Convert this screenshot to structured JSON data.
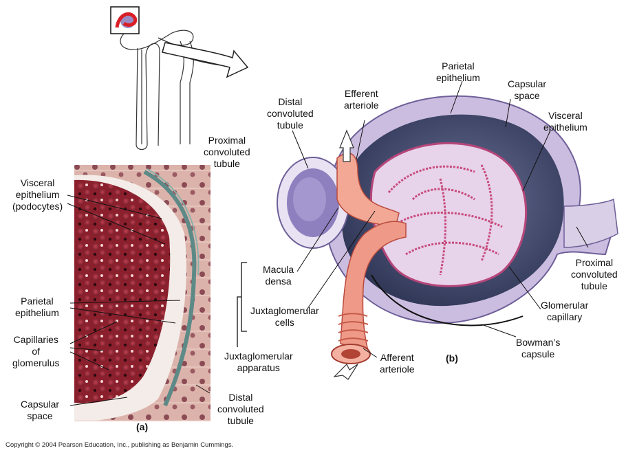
{
  "figure": {
    "panel_a": "(a)",
    "panel_b": "(b)",
    "copyright": "Copyright © 2004 Pearson Education, Inc., publishing as Benjamin Cummings.",
    "bracket_title": "Juxtaglomerular\napparatus"
  },
  "labels_a": {
    "proximal": "Proximal\nconvoluted\ntubule",
    "visceral": "Visceral\nepithelium\n(podocytes)",
    "parietal": "Parietal\nepithelium",
    "capillaries": "Capillaries\nof\nglomerulus",
    "capsular": "Capsular\nspace",
    "distal": "Distal\nconvoluted\ntubule"
  },
  "labels_b": {
    "distal": "Distal\nconvoluted\ntubule",
    "efferent": "Efferent\narteriole",
    "parietal": "Parietal\nepithelium",
    "capsular_space": "Capsular\nspace",
    "visceral": "Visceral\nepithelium",
    "macula": "Macula\ndensa",
    "jg_cells": "Juxtaglomerular\ncells",
    "proximal": "Proximal\nconvoluted\ntubule",
    "glom_cap": "Glomerular\ncapillary",
    "bowman": "Bowman’s\ncapsule",
    "afferent": "Afferent\narteriole"
  },
  "colors": {
    "tissue_red": "#9e2a35",
    "tissue_pink": "#e8b2b0",
    "capsule_purple": "#b9a7d4",
    "capsule_dark": "#4f5a7e",
    "arteriole": "#ef9a88"
  }
}
